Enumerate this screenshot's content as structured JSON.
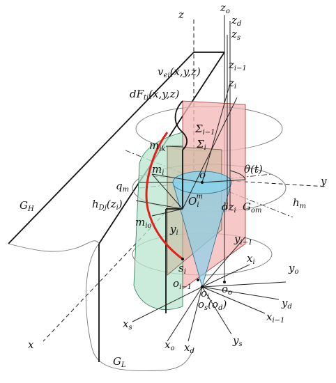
{
  "diagram": {
    "labels": {
      "z": "z",
      "z_o": "z",
      "z_o_sub": "o",
      "z_d": "z",
      "z_d_sub": "d",
      "z_s": "z",
      "z_s_sub": "s",
      "z_i_minus_1": "z",
      "z_i_minus_1_sub": "i−1",
      "z_i": "z",
      "z_i_sub": "i",
      "v_ei": "v",
      "v_ei_sub": "ei",
      "v_ei_args": "(x,y,z)",
      "dF_ti": "dF",
      "dF_ti_sub": "ti",
      "dF_ti_args": "(x,y,z)",
      "sigma_i_minus_1": "Σ",
      "sigma_i_minus_1_sub": "i−1",
      "sigma_i": "Σ",
      "sigma_i_sub": "i",
      "m_ik": "m",
      "m_ik_sub": "ik",
      "theta_t": "θ(t)",
      "m_i": "m",
      "m_i_sub": "i",
      "o": "o",
      "y": "y",
      "q_m": "q",
      "q_m_sub": "m",
      "O_i_m": "O",
      "O_i_m_sub": "i",
      "O_i_m_sup": "m",
      "h_Dj": "h",
      "h_Dj_sub": "Dj",
      "h_Dj_args": "(z",
      "h_Dj_args_sub": "i",
      "h_Dj_close": ")",
      "dz_i": "dz",
      "dz_i_sub": "i",
      "G_om": "G",
      "G_om_sub": "om",
      "h_m": "h",
      "h_m_sub": "m",
      "G_H": "G",
      "G_H_sub": "H",
      "m_io": "m",
      "m_io_sub": "io",
      "y_i": "y",
      "y_i_sub": "i",
      "y_i_minus_1": "y",
      "y_i_minus_1_sub": "i−1",
      "s_i": "s",
      "s_i_sub": "i",
      "x_i": "x",
      "x_i_sub": "i",
      "y_o": "y",
      "y_o_sub": "o",
      "o_i_minus_1": "o",
      "o_i_minus_1_sub": "i−1",
      "o_i": "o",
      "o_i_sub": "i",
      "o_o": "o",
      "o_o_sub": "o",
      "y_d": "y",
      "y_d_sub": "d",
      "o_s_od": "o",
      "o_s_od_sub": "s",
      "o_s_od_par": "(o",
      "o_s_od_par_sub": "d",
      "o_s_od_close": ")",
      "x_i_minus_1": "x",
      "x_i_minus_1_sub": "i−1",
      "x_s": "x",
      "x_s_sub": "s",
      "x": "x",
      "x_o": "x",
      "x_o_sub": "o",
      "x_d": "x",
      "x_d_sub": "d",
      "y_s": "y",
      "y_s_sub": "s",
      "G_L": "G",
      "G_L_sub": "L"
    },
    "colors": {
      "pink_plane": "#f4b6b6",
      "green_plane": "#b9e6cf",
      "cone_blue": "#8ad2ea",
      "tan_plane": "#c9b89a",
      "red_curve": "#e0201b",
      "ink": "#111111"
    }
  }
}
